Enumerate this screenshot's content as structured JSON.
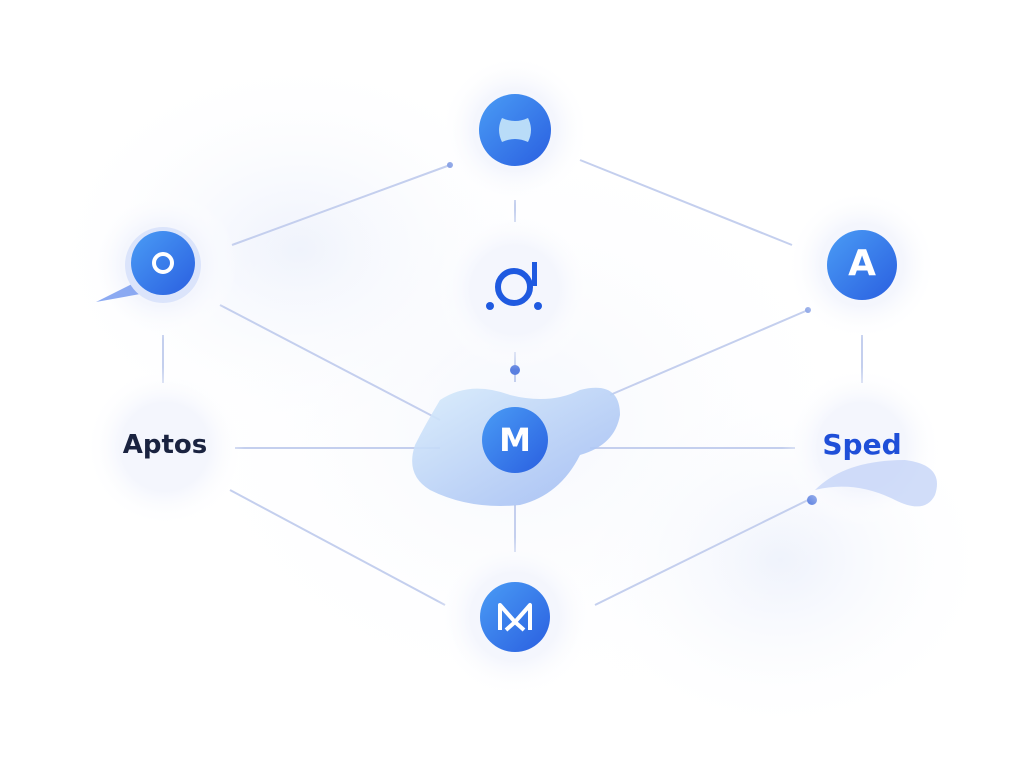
{
  "nodes": {
    "aptos": {
      "label": "Aptos"
    },
    "sped": {
      "label": "Sped"
    },
    "a": {
      "label": "A"
    },
    "m": {
      "label": "M"
    }
  },
  "colors": {
    "accent": "#2f6fe8",
    "accent_light": "#5aa0f5",
    "line": "#c4cfee",
    "text_dark": "#1a2340",
    "text_blue": "#1f4fd8",
    "blob": "#b9cdf7"
  },
  "icons": [
    "butterfly-icon",
    "circle-icon",
    "rings-logo-icon",
    "letter-a-icon",
    "letter-m-icon",
    "m-logo-icon"
  ]
}
